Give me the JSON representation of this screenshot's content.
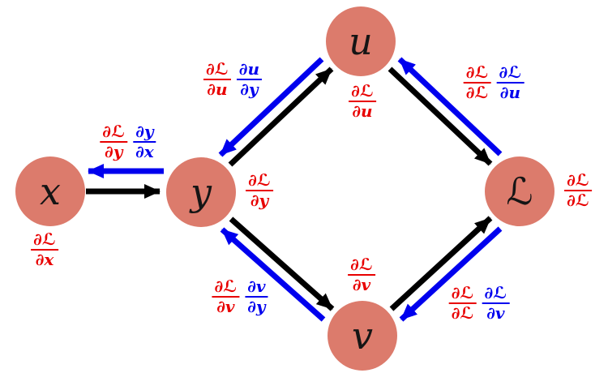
{
  "figure": {
    "type": "computational-graph-diagram",
    "background": "#ffffff"
  },
  "colors": {
    "node_fill": "#dc7b6c",
    "forward_arrow": "#000000",
    "backward_arrow": "#0000ee",
    "gradient_text": "#e80000",
    "local_derivative_text": "#0000ee"
  },
  "nodes": [
    {
      "id": "x",
      "label": "x",
      "gradient": {
        "num": "∂ℒ",
        "den": "∂x"
      }
    },
    {
      "id": "y",
      "label": "y",
      "gradient": {
        "num": "∂ℒ",
        "den": "∂y"
      }
    },
    {
      "id": "u",
      "label": "u",
      "gradient": {
        "num": "∂ℒ",
        "den": "∂u"
      }
    },
    {
      "id": "v",
      "label": "v",
      "gradient": {
        "num": "∂ℒ",
        "den": "∂v"
      }
    },
    {
      "id": "L",
      "label": "ℒ",
      "gradient": {
        "num": "∂ℒ",
        "den": "∂ℒ"
      }
    }
  ],
  "forward_edges": [
    "x→y",
    "y→u",
    "y→v",
    "u→ℒ",
    "v→ℒ"
  ],
  "backward_edges": [
    "y→x",
    "u→y",
    "ℒ→u",
    "v→y",
    "ℒ→v"
  ],
  "edge_labels": [
    {
      "edge": "y→x",
      "red": {
        "num": "∂ℒ",
        "den": "∂y"
      },
      "blue": {
        "num": "∂y",
        "den": "∂x"
      }
    },
    {
      "edge": "u→y",
      "red": {
        "num": "∂ℒ",
        "den": "∂u"
      },
      "blue": {
        "num": "∂u",
        "den": "∂y"
      }
    },
    {
      "edge": "ℒ→u",
      "red": {
        "num": "∂ℒ",
        "den": "∂ℒ"
      },
      "blue": {
        "num": "∂ℒ",
        "den": "∂u"
      }
    },
    {
      "edge": "v→y",
      "red": {
        "num": "∂ℒ",
        "den": "∂v"
      },
      "blue": {
        "num": "∂v",
        "den": "∂y"
      }
    },
    {
      "edge": "ℒ→v",
      "red": {
        "num": "∂ℒ",
        "den": "∂ℒ"
      },
      "blue": {
        "num": "∂ℒ",
        "den": "∂v"
      }
    }
  ]
}
